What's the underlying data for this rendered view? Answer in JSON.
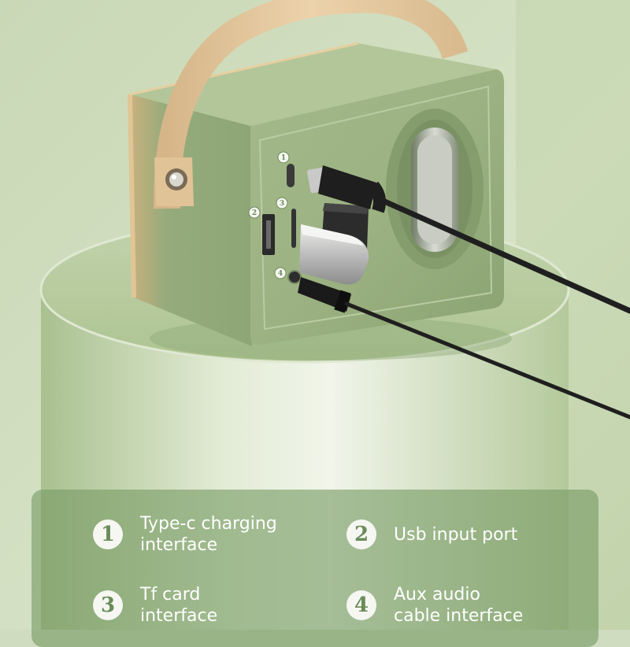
{
  "colors": {
    "background": "#cfdcbf",
    "speaker_body": "#98ad7e",
    "handle": "#e2c49a",
    "panel": "#7e9b66",
    "badge": "#f6f7f2",
    "badge_text": "#6b8c5a",
    "cable": "#1f1f1f"
  },
  "port_markers": [
    "1",
    "2",
    "3",
    "4"
  ],
  "features": [
    {
      "number": "1",
      "lines": [
        "Type-c charging",
        "interface"
      ]
    },
    {
      "number": "2",
      "lines": [
        "Usb input port"
      ]
    },
    {
      "number": "3",
      "lines": [
        "Tf card",
        "interface"
      ]
    },
    {
      "number": "4",
      "lines": [
        "Aux audio",
        "cable interface"
      ]
    }
  ]
}
